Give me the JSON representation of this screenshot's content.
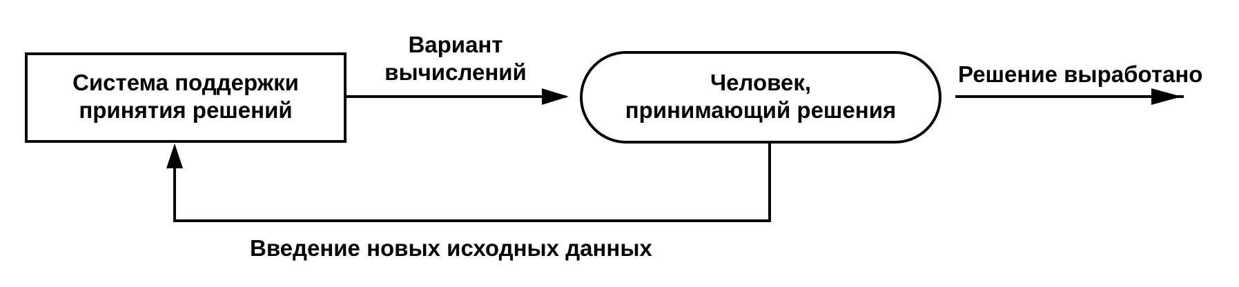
{
  "nodes": {
    "dss": {
      "line1": "Система поддержки",
      "line2": "принятия решений"
    },
    "decision_maker": {
      "line1": "Человек,",
      "line2": "принимающий  решения"
    }
  },
  "edges": {
    "variant": {
      "line1": "Вариант",
      "line2": "вычислений"
    },
    "output": {
      "label": "Решение выработано"
    },
    "feedback": {
      "label": "Введение новых исходных данных"
    }
  },
  "colors": {
    "stroke": "#000000",
    "text": "#000000",
    "background": "#ffffff"
  }
}
